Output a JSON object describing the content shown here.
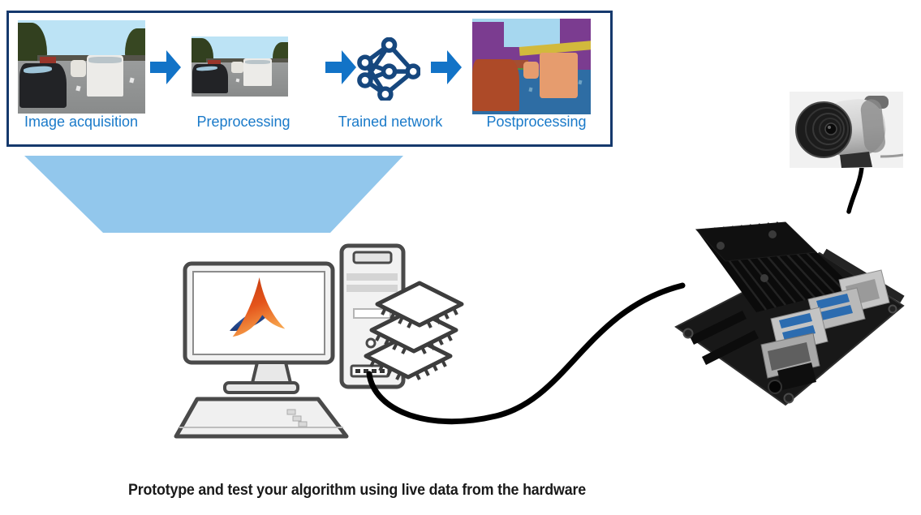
{
  "pipeline": {
    "stages": [
      {
        "label": "Image acquisition",
        "icon": "highway-photo"
      },
      {
        "label": "Preprocessing",
        "icon": "highway-photo-small"
      },
      {
        "label": "Trained network",
        "icon": "neural-network-icon"
      },
      {
        "label": "Postprocessing",
        "icon": "segmented-image"
      }
    ],
    "connector_icon": "right-block-arrow-icon"
  },
  "hardware": {
    "funnel_icon": "funnel-shape",
    "computer_icon": "desktop-workstation-with-matlab-logo",
    "chips_icon": "processor-chips-stack",
    "board_icon": "embedded-developer-board",
    "camera_icon": "usb-webcam",
    "cable_icon": "usb-cable"
  },
  "caption": "Prototype and test your algorithm using live data from the hardware",
  "colors": {
    "box_border": "#15396d",
    "stage_label": "#1a7ac9",
    "arrow": "#1273c7",
    "nn_stroke": "#16477e",
    "funnel": "#92c7ec",
    "cable": "#000000",
    "caption_text": "#1a1a1a"
  }
}
